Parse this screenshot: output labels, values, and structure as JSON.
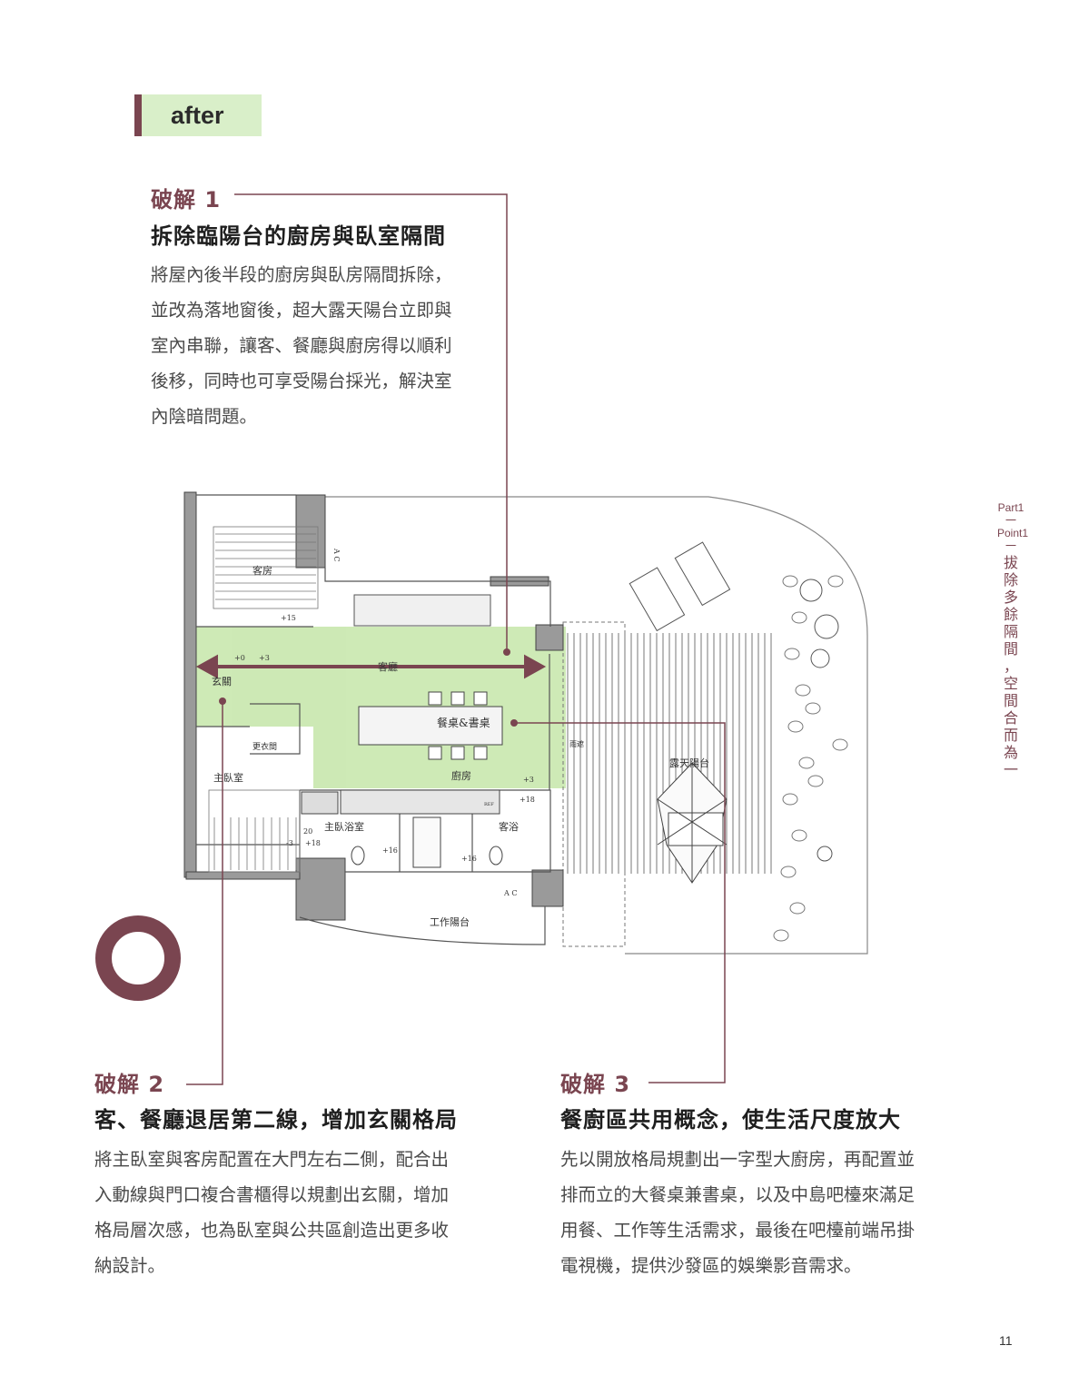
{
  "tab": {
    "label": "after"
  },
  "solutions": [
    {
      "label": "破解 1",
      "title": "拆除臨陽台的廚房與臥室隔間",
      "body": [
        "將屋內後半段的廚房與臥房隔間拆除，",
        "並改為落地窗後，超大露天陽台立即與",
        "室內串聯，讓客、餐廳與廚房得以順利",
        "後移，同時也可享受陽台採光，解決室",
        "內陰暗問題。"
      ]
    },
    {
      "label": "破解 2",
      "title": "客、餐廳退居第二線，增加玄關格局",
      "body": [
        "將主臥室與客房配置在大門左右二側，配合出",
        "入動線與門口複合書櫃得以規劃出玄關，增加",
        "格局層次感，也為臥室與公共區創造出更多收",
        "納設計。"
      ]
    },
    {
      "label": "破解 3",
      "title": "餐廚區共用概念，使生活尺度放大",
      "body": [
        "先以開放格局規劃出一字型大廚房，再配置並",
        "排而立的大餐桌兼書桌，以及中島吧檯來滿足",
        "用餐、工作等生活需求，最後在吧檯前端吊掛",
        "電視機，提供沙發區的娛樂影音需求。"
      ]
    }
  ],
  "side": {
    "part": "Part1",
    "dash1": "一",
    "point": "Point1",
    "dash2": "一",
    "title": "拔除多餘隔間，空間合而為一"
  },
  "plan": {
    "rooms": {
      "guest_room": "客房",
      "entry": "玄關",
      "living": "客廳",
      "dining": "餐桌&書桌",
      "kitchen": "廚房",
      "closet": "更衣間",
      "master": "主臥室",
      "master_bath": "主臥浴室",
      "guest_bath": "客浴",
      "service_balcony": "工作陽台",
      "terrace": "露天陽台",
      "canopy": "雨遮"
    },
    "marks": {
      "lv0": "+0",
      "lv3a": "+3",
      "lv15": "+15",
      "lv3b": "+3",
      "lv18a": "+18",
      "lv16a": "+16",
      "lv16b": "+16",
      "lv18b": "+18",
      "lv20": "20",
      "lvm3": "-3",
      "ac1": "A C",
      "ac2": "A C",
      "ref": "REF"
    }
  },
  "page_number": "11",
  "colors": {
    "accent": "#7a4550",
    "tab_bg": "#d9efc9",
    "highlight": "#c5e6a9"
  }
}
